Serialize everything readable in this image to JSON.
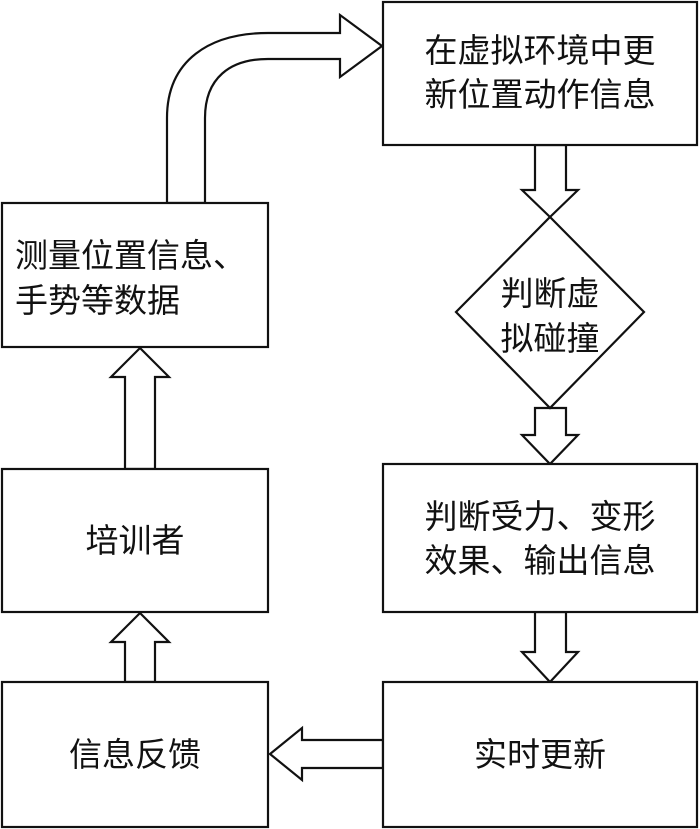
{
  "nodes": {
    "update_virtual": {
      "line1": "在虚拟环境中更",
      "line2": "新位置动作信息"
    },
    "measure": {
      "line1": "测量位置信息、",
      "line2": "手势等数据"
    },
    "collision": {
      "line1": "判断虚",
      "line2": "拟碰撞"
    },
    "trainee": {
      "label": "培训者"
    },
    "force": {
      "line1": "判断受力、变形",
      "line2": "效果、输出信息"
    },
    "feedback": {
      "label": "信息反馈"
    },
    "realtime": {
      "label": "实时更新"
    }
  },
  "colors": {
    "stroke": "#111111",
    "fill": "#ffffff"
  }
}
